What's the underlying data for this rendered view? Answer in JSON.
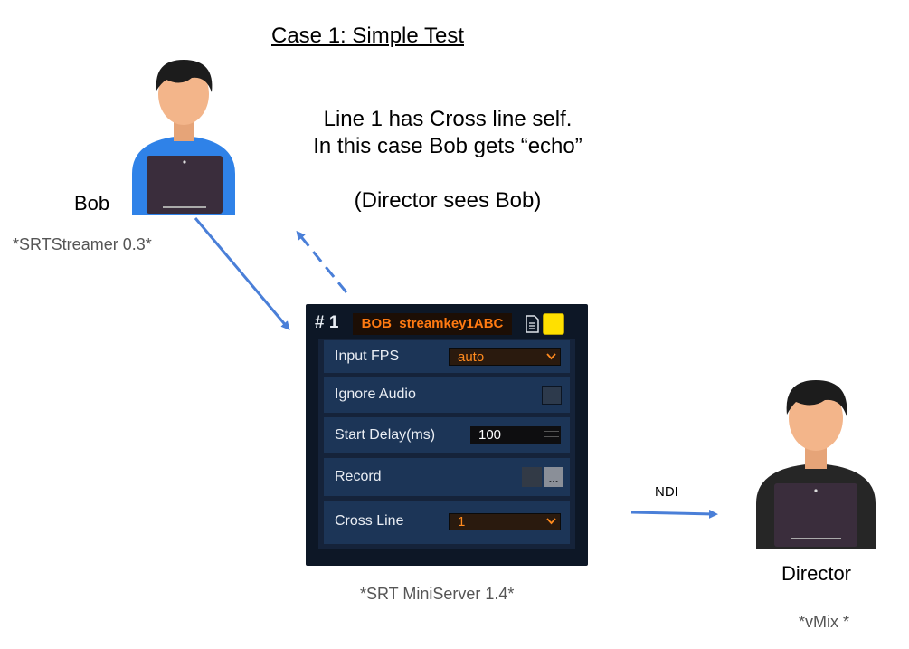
{
  "title": "Case 1:  Simple Test",
  "notes": {
    "line1": "Line 1 has Cross line self.",
    "line2": "In this case Bob gets “echo”",
    "line3": "(Director sees Bob)"
  },
  "bob": {
    "name": "Bob",
    "app": "*SRTStreamer 0.3*"
  },
  "director": {
    "name": "Director",
    "app": "*vMix *"
  },
  "server": {
    "app": "*SRT MiniServer 1.4*"
  },
  "link_label": "NDI",
  "panel": {
    "number": "# 1",
    "stream_key": "BOB_streamkey1ABC",
    "swatch_color": "#ffe000",
    "rows": {
      "input_fps": {
        "label": "Input FPS",
        "value": "auto"
      },
      "ignore_audio": {
        "label": "Ignore Audio"
      },
      "start_delay": {
        "label": "Start Delay(ms)",
        "value": "100"
      },
      "record": {
        "label": "Record",
        "browse": "..."
      },
      "cross_line": {
        "label": "Cross Line",
        "value": "1"
      }
    }
  },
  "colors": {
    "arrow": "#4a7fd8",
    "bob_shirt": "#2f82e8",
    "director_shirt": "#262626",
    "skin": "#f3b58a",
    "hair": "#1c1c1c",
    "laptop": "#3a2d3c"
  }
}
